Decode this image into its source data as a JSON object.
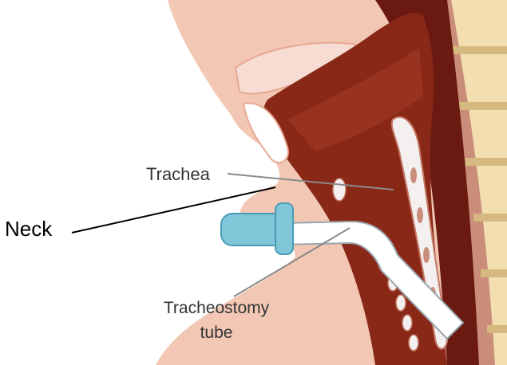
{
  "labels": {
    "trachea": "Trachea",
    "neck": "Neck",
    "tube_line1": "Tracheostomy",
    "tube_line2": "tube"
  },
  "colors": {
    "skin": "#f2c7b3",
    "skin_shadow": "#e8a994",
    "trachea_dark": "#7a1f14",
    "trachea_mid": "#9a3320",
    "esophagus": "#6a1a10",
    "spine_bone": "#f3deb0",
    "spine_disc": "#d6b980",
    "cartilage": "#f4f0ef",
    "tube": "#ffffff",
    "flange": "#7fc6d9",
    "flange_dark": "#4a9cb5",
    "leader_gray": "#8a8a8a",
    "leader_black": "#000000"
  }
}
